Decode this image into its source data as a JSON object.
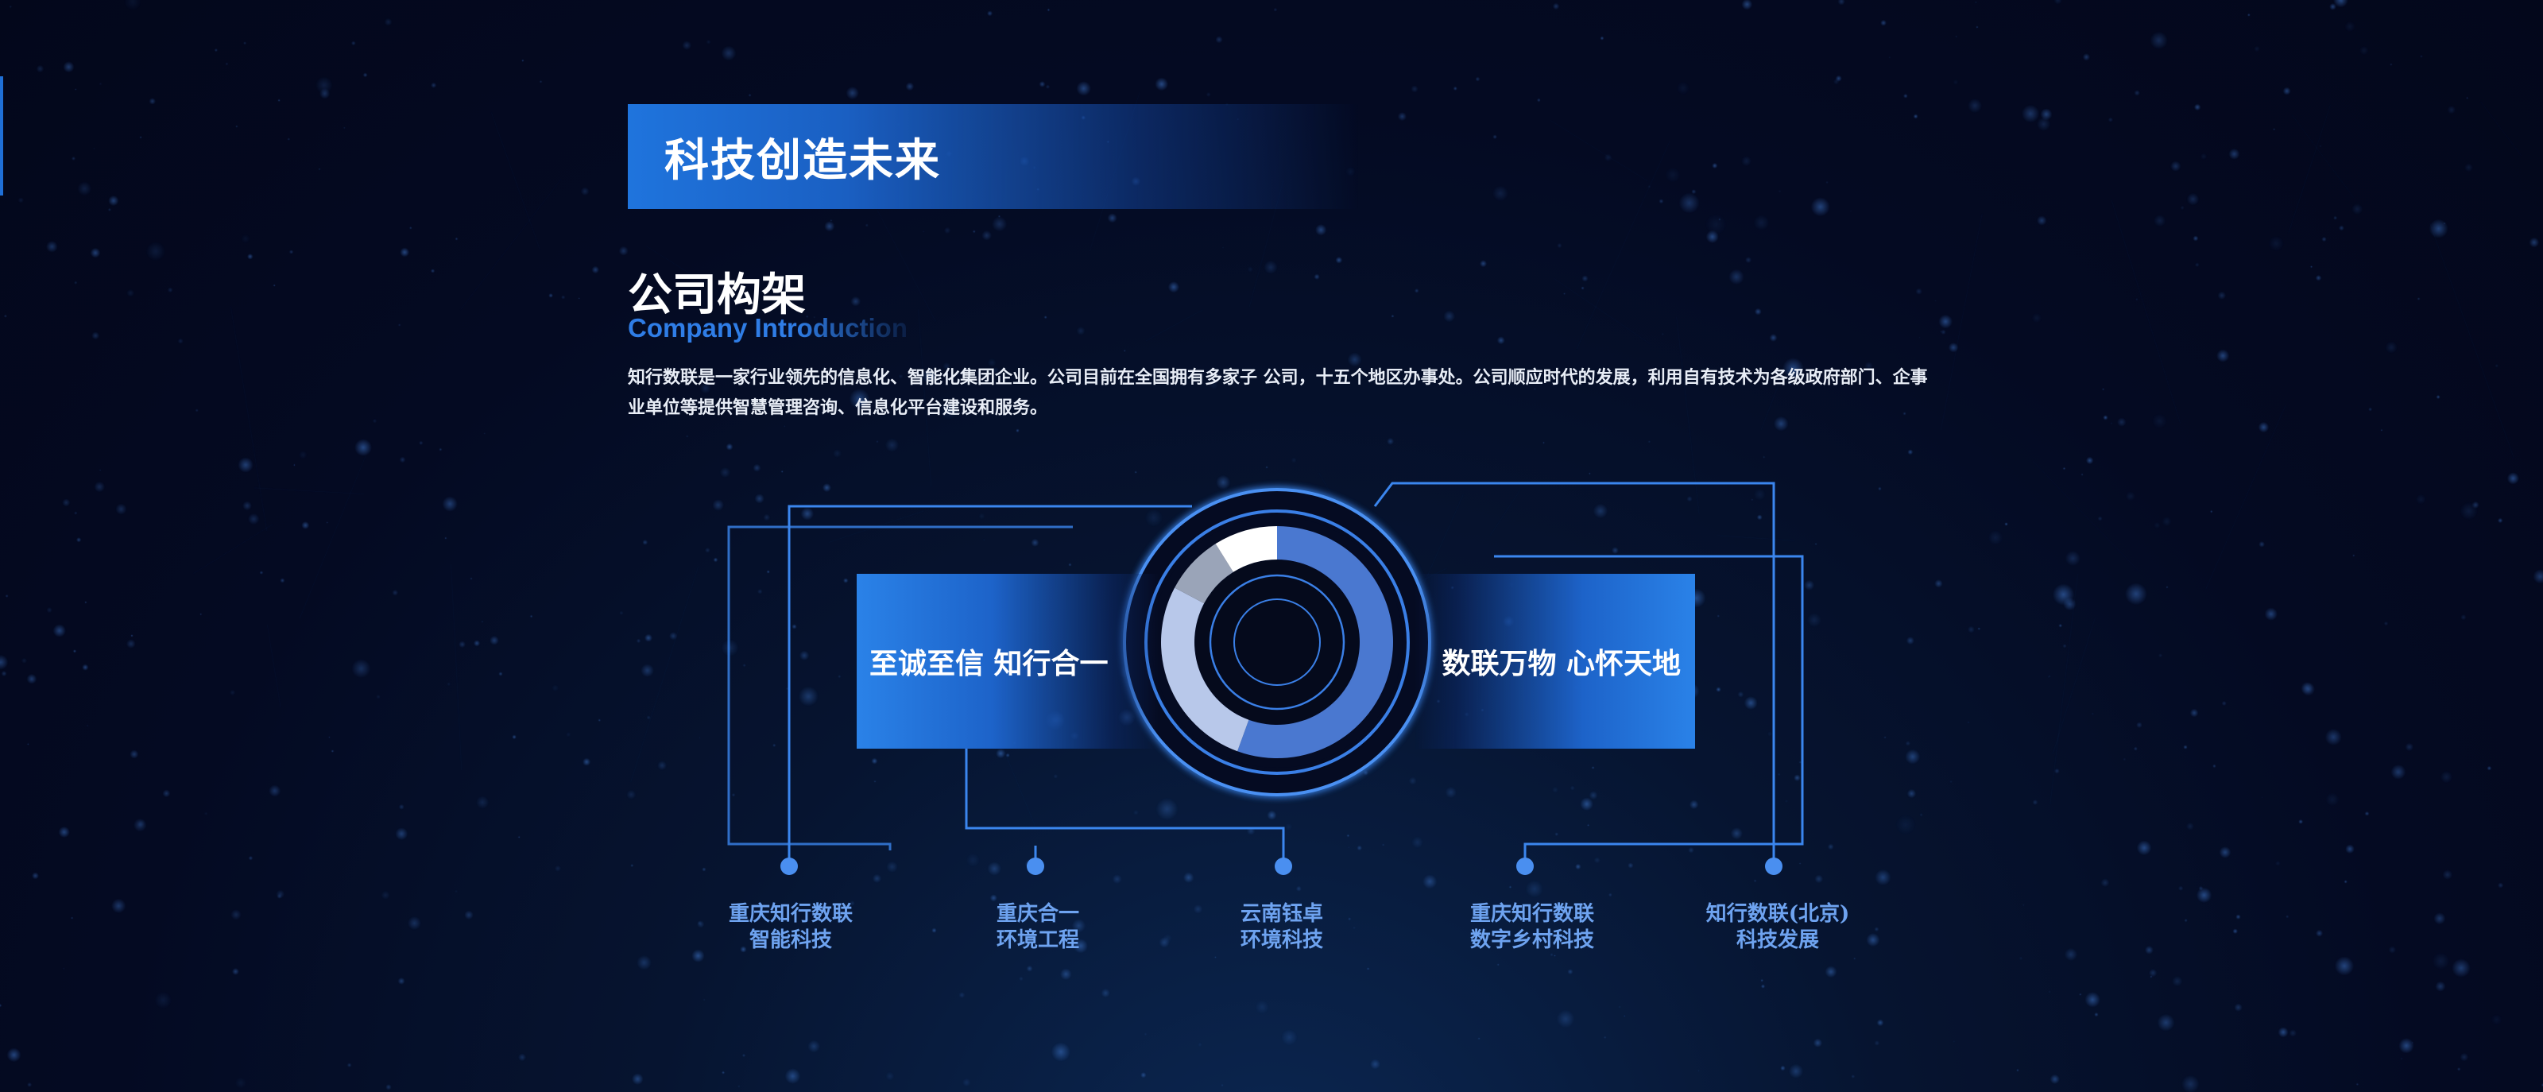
{
  "banner": {
    "title": "科技创造未来"
  },
  "section": {
    "title": "公司构架",
    "subtitle": "Company Introduction",
    "intro": "知行数联是一家行业领先的信息化、智能化集团企业。公司目前在全国拥有多家子 公司，十五个地区办事处。公司顺应时代的发展，利用自有技术为各级政府部门、企事业单位等提供智慧管理咨询、信息化平台建设和服务。"
  },
  "center": {
    "left_motto": "至诚至信 知行合一",
    "right_motto": "数联万物 心怀天地"
  },
  "subsidiaries": [
    {
      "line1": "重庆知行数联",
      "line2": "智能科技"
    },
    {
      "line1": "重庆合一",
      "line2": "环境工程"
    },
    {
      "line1": "云南钰卓",
      "line2": "环境科技"
    },
    {
      "line1": "重庆知行数联",
      "line2": "数字乡村科技"
    },
    {
      "line1": "知行数联(北京)",
      "line2": "科技发展"
    }
  ],
  "colors": {
    "accent": "#2a82e8",
    "line": "#3b86ee",
    "label": "#6ea3f0",
    "ring": "#4a78d0"
  }
}
